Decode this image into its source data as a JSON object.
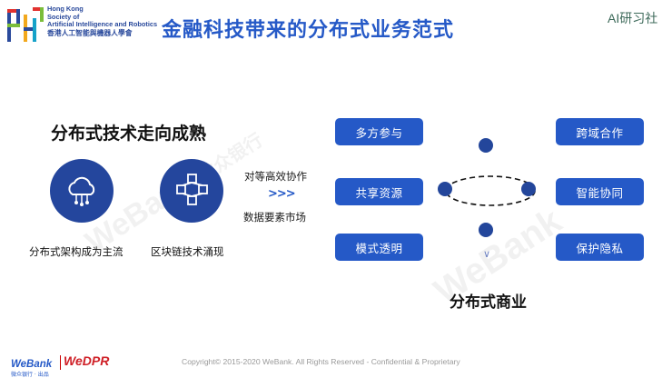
{
  "header": {
    "org_en_1": "Hong Kong",
    "org_en_2": "Society of",
    "org_en_3": "Artificial Intelligence and Robotics",
    "org_zh": "香港人工智能與機器人學會",
    "title": "金融科技带来的分布式业务范式",
    "brand_right": "AI研习社"
  },
  "left": {
    "heading": "分布式技术走向成熟",
    "caption_1": "分布式架构成为主流",
    "caption_2": "区块链技术涌现"
  },
  "middle": {
    "top_text": "对等高效协作",
    "arrow": ">>>",
    "bottom_text": "数据要素市场"
  },
  "boxes_left": [
    "多方参与",
    "共享资源",
    "模式透明"
  ],
  "boxes_right": [
    "跨域合作",
    "智能协同",
    "保护隐私"
  ],
  "business": {
    "arrow": "∨",
    "label": "分布式商业"
  },
  "watermark": {
    "line_1": "WeBank",
    "line_2": "微众银行"
  },
  "footer": {
    "webank": "WeBank",
    "webank_sub": "微众银行 · 出品",
    "wedpr": "WeDPR",
    "copyright": "Copyright© 2015-2020 WeBank. All Rights Reserved - Confidential & Proprietary"
  },
  "colors": {
    "primary": "#2559c7",
    "dark_blue": "#24469d",
    "wedpr_red": "#cf2027"
  },
  "icons": {
    "logo": "hksair-logo",
    "cloud": "cloud-network-icon",
    "blockchain": "blockchain-cubes-icon"
  }
}
